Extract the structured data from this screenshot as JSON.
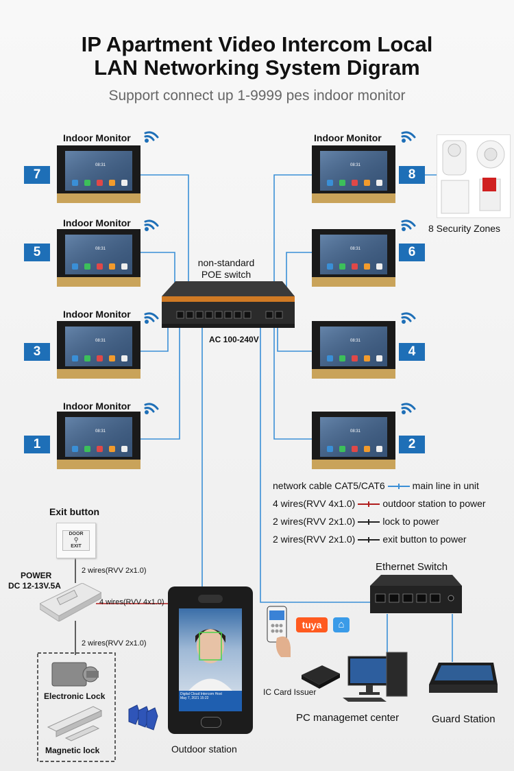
{
  "title_line1": "IP Apartment Video Intercom Local",
  "title_line2": "LAN Networking System Digram",
  "subtitle": "Support connect up 1-9999 pes indoor monitor",
  "indoor_monitor_label": "Indoor Monitor",
  "monitor_numbers": {
    "m7": "7",
    "m5": "5",
    "m3": "3",
    "m1": "1",
    "m8": "8",
    "m6": "6",
    "m4": "4",
    "m2": "2"
  },
  "screen_time": "08:31",
  "security_zones": "8 Security Zones",
  "poe_switch_label_1": "non-standard",
  "poe_switch_label_2": "POE switch",
  "ac_label": "AC 100-240V",
  "legend": [
    {
      "left": "network cable CAT5/CAT6",
      "right": "main line in unit",
      "color": "#3a8fd6"
    },
    {
      "left": "4 wires(RVV 4x1.0)",
      "right": "outdoor station to power",
      "color": "#b01c1c"
    },
    {
      "left": "2 wires(RVV 2x1.0)",
      "right": "lock to power",
      "color": "#222222"
    },
    {
      "left": "2 wires(RVV 2x1.0)",
      "right": "exit button to power",
      "color": "#222222"
    }
  ],
  "exit_button_label": "Exit button",
  "exit_button_text_1": "DOOR",
  "exit_button_text_2": "EXIT",
  "power_label_1": "POWER",
  "power_label_2": "DC 12-13V.5A",
  "wire_exit": "2 wires(RVV 2x1.0)",
  "wire_outdoor": "4 wires(RVV 4x1.0)",
  "wire_lock": "2 wires(RVV 2x1.0)",
  "electronic_lock": "Electronic Lock",
  "magnetic_lock": "Magnetic lock",
  "outdoor_station": "Outdoor station",
  "outdoor_screen_text_1": "Digital Cloud Intercom Host",
  "outdoor_screen_text_2": "May 7, 2021 15:22",
  "ethernet_switch": "Ethernet Switch",
  "ic_card_issuer": "IC Card Issuer",
  "pc_center": "PC managemet center",
  "guard_station": "Guard Station",
  "tuya": "tuya",
  "colors": {
    "blue_line": "#3a8fd6",
    "badge": "#1e6fb7",
    "red_wire": "#b01c1c"
  }
}
